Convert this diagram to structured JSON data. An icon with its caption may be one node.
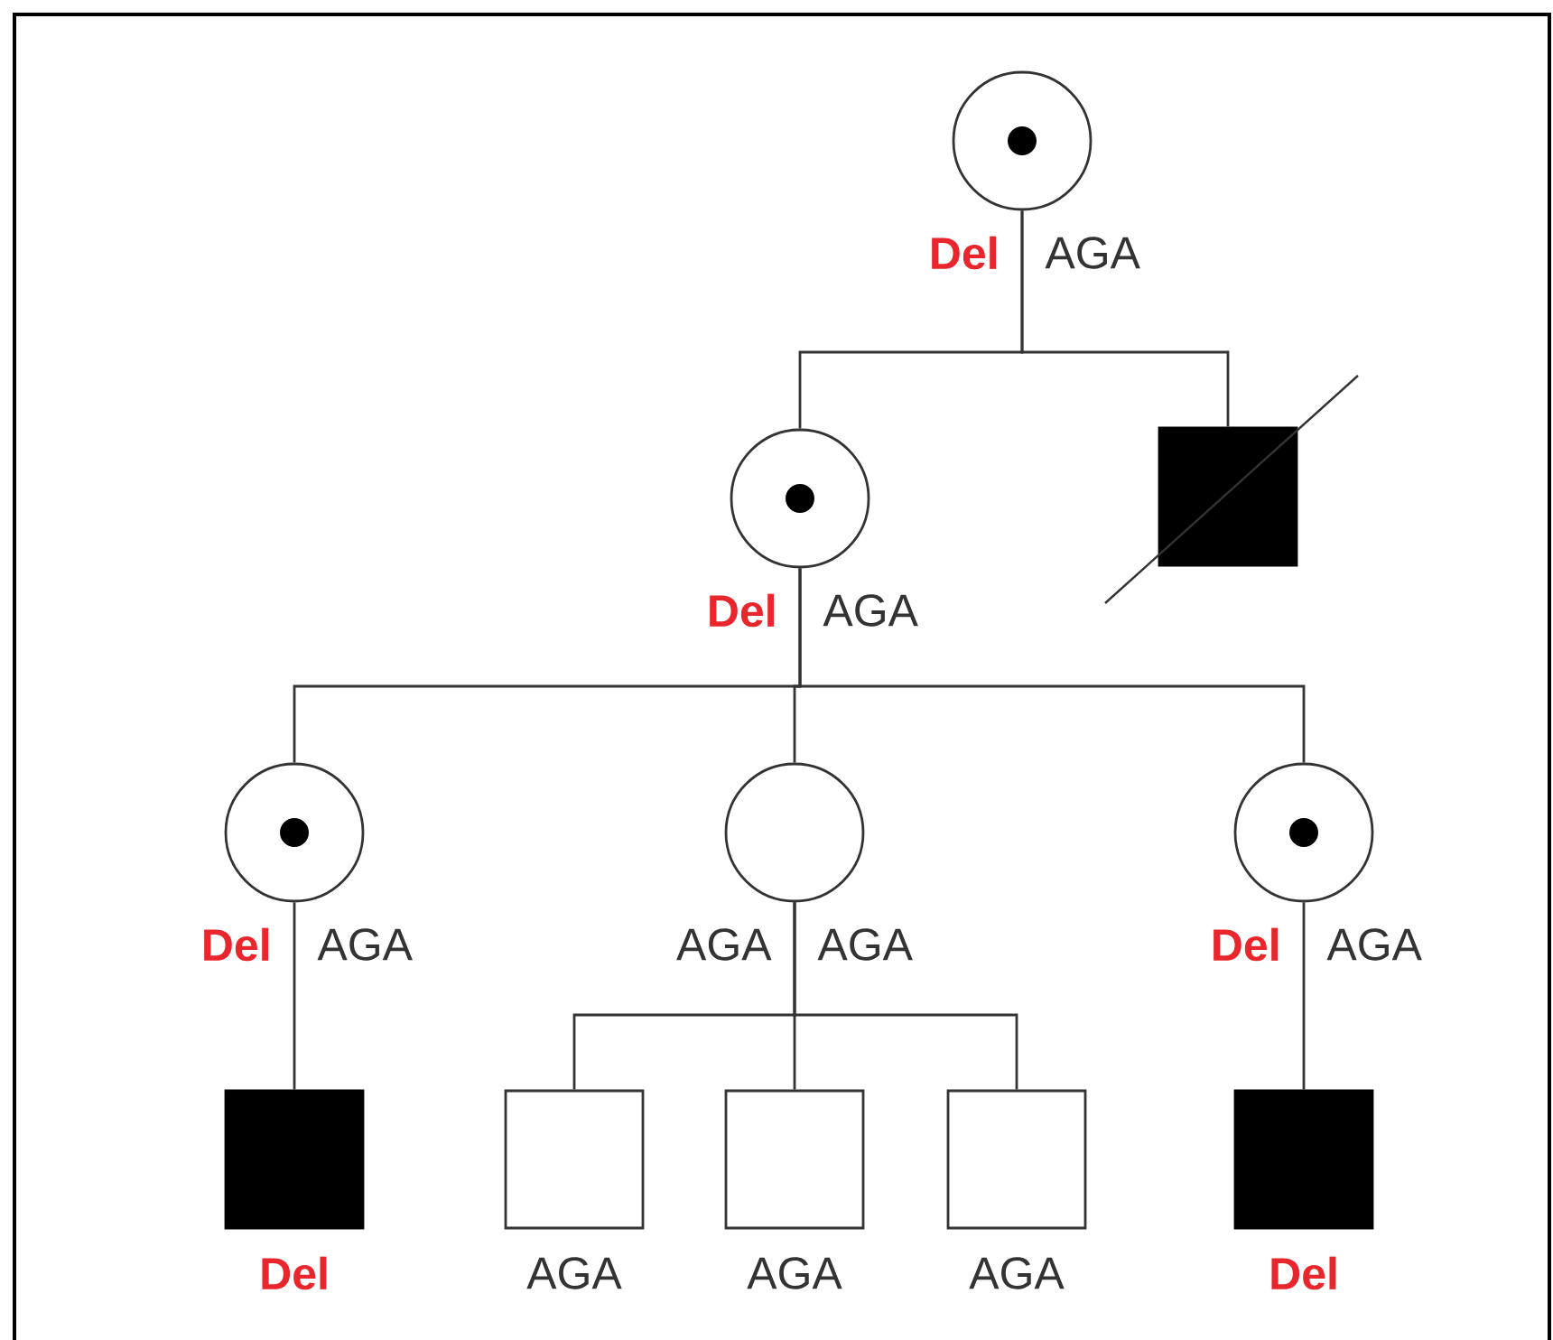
{
  "diagram": {
    "nodes": [
      {
        "text": [],
        "shape": "circle",
        "beside": [
          "Del",
          "AGA"
        ]
      },
      {
        "text": [],
        "shape": "circle",
        "beside": [
          "Del",
          "AGA"
        ]
      },
      {
        "text": [],
        "shape": "box"
      },
      {
        "text": [],
        "shape": "circle",
        "beside": [
          "Del",
          "AGA"
        ]
      },
      {
        "text": [],
        "shape": "circle",
        "beside": [
          "AGA",
          "AGA"
        ]
      },
      {
        "text": [],
        "shape": "circle",
        "beside": [
          "Del",
          "AGA"
        ]
      },
      {
        "text": [],
        "shape": "box",
        "beside": [
          "Del"
        ]
      },
      {
        "text": [],
        "shape": "box",
        "beside": [
          "AGA"
        ]
      },
      {
        "text": [],
        "shape": "box",
        "beside": [
          "AGA"
        ]
      },
      {
        "text": [],
        "shape": "box",
        "beside": [
          "AGA"
        ]
      },
      {
        "text": [],
        "shape": "box",
        "beside": [
          "Del"
        ]
      }
    ],
    "edges": [
      {
        "from": 0,
        "to": 1,
        "arrow": "none"
      },
      {
        "from": 0,
        "to": 2,
        "arrow": "none"
      },
      {
        "from": 1,
        "to": 3,
        "arrow": "none"
      },
      {
        "from": 1,
        "to": 4,
        "arrow": "none"
      },
      {
        "from": 1,
        "to": 5,
        "arrow": "none"
      },
      {
        "from": 3,
        "to": 6,
        "arrow": "none"
      },
      {
        "from": 4,
        "to": 7,
        "arrow": "none"
      },
      {
        "from": 4,
        "to": 8,
        "arrow": "none"
      },
      {
        "from": 4,
        "to": 9,
        "arrow": "none"
      },
      {
        "from": 5,
        "to": 10,
        "arrow": "none"
      }
    ]
  }
}
